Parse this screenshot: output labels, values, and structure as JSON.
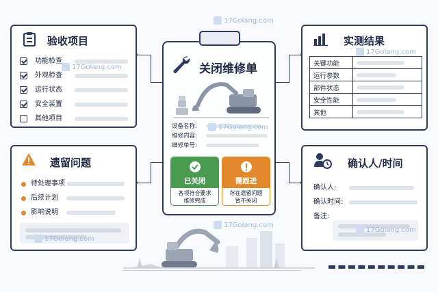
{
  "watermark": "17Golang.com",
  "main": {
    "title": "关闭维修单",
    "fields": [
      "设备名称:",
      "维修内容:",
      "维修单号:"
    ],
    "closed_label": "已关闭",
    "closed_desc_1": "各项符合要求",
    "closed_desc_2": "维修完成",
    "followup_label": "需跟进",
    "followup_desc_1": "存在遗留问题",
    "followup_desc_2": "暂不关闭"
  },
  "acceptance": {
    "title": "验收项目",
    "items": [
      {
        "label": "功能检查",
        "checked": true
      },
      {
        "label": "外观检查",
        "checked": true
      },
      {
        "label": "运行状态",
        "checked": true
      },
      {
        "label": "安全装置",
        "checked": true
      },
      {
        "label": "其他项目",
        "checked": false
      }
    ]
  },
  "results": {
    "title": "实测结果",
    "rows": [
      "关键功能",
      "运行参数",
      "部件状态",
      "安全性能",
      "其他"
    ]
  },
  "issues": {
    "title": "遗留问题",
    "items": [
      "待处理事项",
      "后续计划",
      "影响说明"
    ]
  },
  "confirm": {
    "title": "确认人/时间",
    "fields": [
      "确认人:",
      "确认时间:",
      "备注:"
    ]
  },
  "colors": {
    "navy": "#2c3a5e",
    "green": "#4a9a4f",
    "orange": "#e2882a",
    "placeholder": "#dfe3ea"
  }
}
